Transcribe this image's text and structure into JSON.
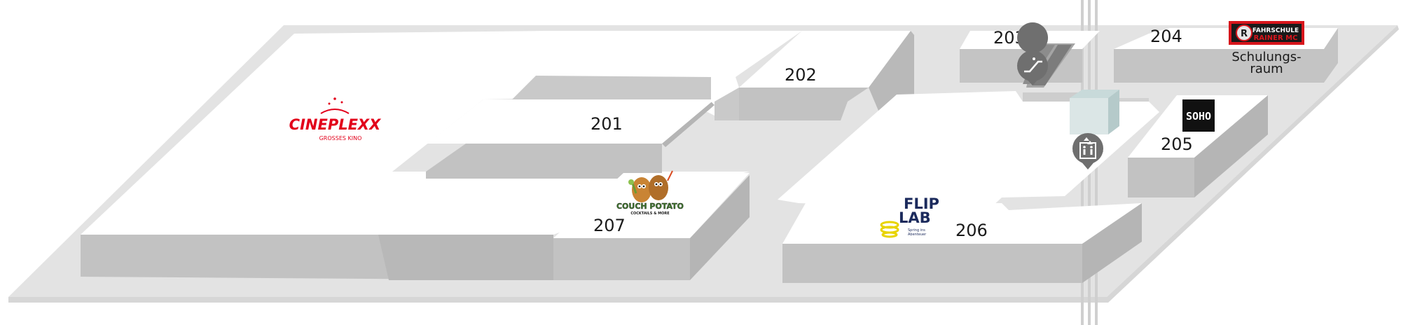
{
  "floorplan": {
    "units": [
      {
        "id": "201",
        "label": "201"
      },
      {
        "id": "202",
        "label": "202"
      },
      {
        "id": "203",
        "label": "203"
      },
      {
        "id": "204",
        "label": "204"
      },
      {
        "id": "205",
        "label": "205"
      },
      {
        "id": "206",
        "label": "206"
      },
      {
        "id": "207",
        "label": "207"
      }
    ],
    "tenants": {
      "cineplexx": {
        "name": "CINEPLEXX",
        "tagline": "GROSSES KINO",
        "color": "#e2001a"
      },
      "couch_potato": {
        "name": "COUCH POTATO",
        "tagline": "COCKTAILS & MORE"
      },
      "flip_lab": {
        "line1": "FLIP",
        "line2": "LAB",
        "tagline1": "Spring ins",
        "tagline2": "Abenteuer",
        "color": "#1b2a5c",
        "accent": "#f4e200"
      },
      "soho": {
        "name": "SOHO"
      },
      "fahrschule": {
        "line1": "FAHRSCHULE",
        "line2": "RAINER MC",
        "room_line1": "Schulungs-",
        "room_line2": "raum",
        "color": "#d8161c"
      }
    },
    "pins": {
      "escalator": "escalator-icon",
      "elevator": "elevator-icon"
    },
    "colors": {
      "floor": "#e4e4e4",
      "block_top": "#ffffff",
      "block_side": "#c0c0c0",
      "shaft": "#d2d2d2",
      "pin": "#6f6f6f"
    }
  }
}
